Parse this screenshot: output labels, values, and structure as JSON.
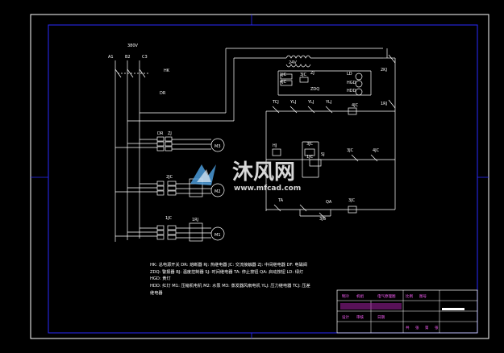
{
  "colors": {
    "background": "#000000",
    "outer_frame": "#ffffff",
    "inner_frame": "#2a2aff",
    "wiring": "#ffffff",
    "title_block_text": "#ff60ff",
    "watermark": "#d8d8d8"
  },
  "power": {
    "voltage": "380V",
    "phases": [
      "A1",
      "B2",
      "C3"
    ],
    "main_switch": "HK",
    "fuse": "DR"
  },
  "control": {
    "transformer_voltage": "24V",
    "components": [
      "1JC",
      "4JC",
      "3JC",
      "ZJ",
      "LD",
      "HGD",
      "HDD",
      "ZDQ",
      "2KJ",
      "1RJ",
      "TCJ",
      "YLJ",
      "YLJ",
      "YLJ",
      "4JC",
      "HJ",
      "3JC",
      "1JC",
      "SJ",
      "3JC",
      "4JC",
      "TA",
      "QA",
      "3JC",
      "3JC"
    ]
  },
  "motors": {
    "top": {
      "label": "M3",
      "relays": [
        "DR",
        "ZJ"
      ]
    },
    "middle": {
      "label": "M2",
      "relays": [
        "2JC"
      ]
    },
    "bottom": {
      "label": "M1",
      "relays": [
        "1JC",
        "1RJ"
      ]
    }
  },
  "legend": {
    "line1": "HK: 总电源开关   DR: 熔断器   RJ: 热继电器   JC: 交流接触器   ZJ: 中间继电器   DF: 电磁阀",
    "line2": "ZDQ: 警报器   BJ: 温度控制器   SJ: 时间继电器   TA: 停止按钮   QA: 启动按钮   LD: 绿灯",
    "line3": "HGD: 黄灯",
    "line4": "HDD: 红灯   M1: 压缩机电机   M2: 水泵   M3: 蒸发器风扇电机   YLJ: 压力继电器 TCJ: 压差",
    "line5": "继电器"
  },
  "watermark": {
    "brand": "沐风网",
    "url": "www.mfcad.com"
  },
  "title_block": {
    "cells": [
      "制冷",
      "机组",
      "电气原理图",
      "比例",
      "图号",
      "设计",
      "审核",
      "日期",
      "共",
      "张",
      "第",
      "张"
    ]
  }
}
